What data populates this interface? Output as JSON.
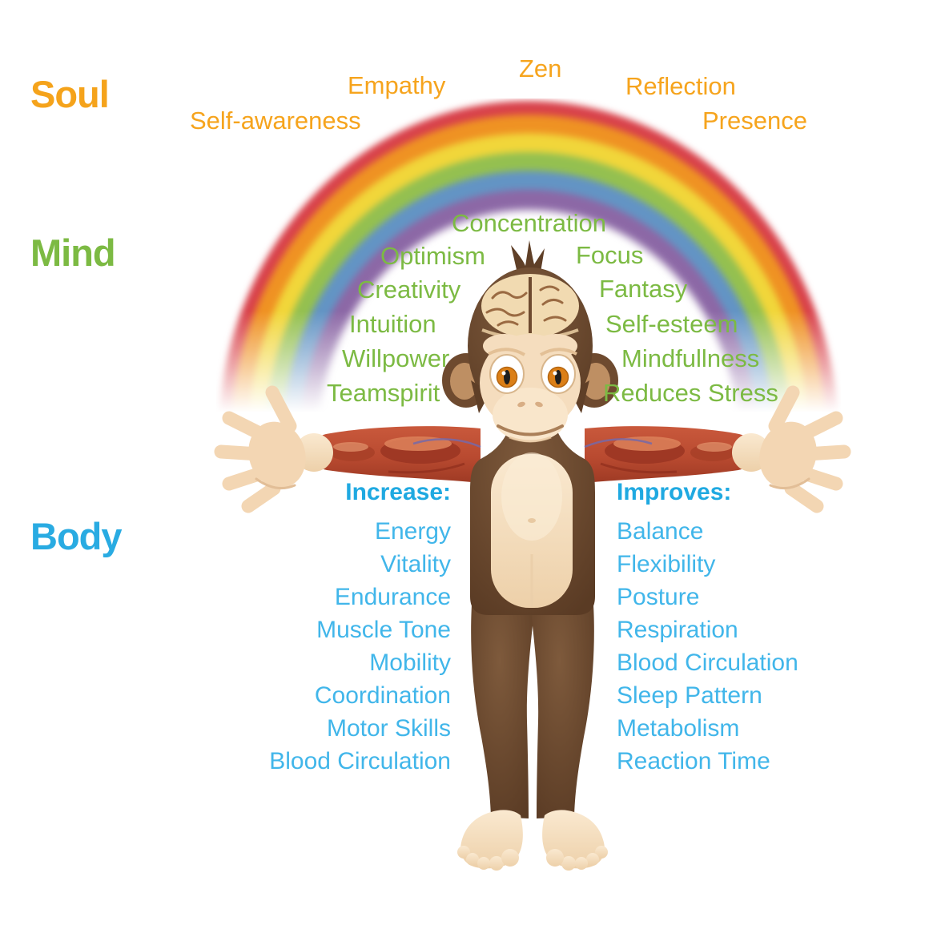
{
  "sections": {
    "soul": {
      "label": "Soul",
      "color": "#F5A31B",
      "words": [
        "Self-awareness",
        "Empathy",
        "Zen",
        "Reflection",
        "Presence"
      ]
    },
    "mind": {
      "label": "Mind",
      "color": "#7CBA43",
      "words": [
        "Concentration",
        "Optimism",
        "Focus",
        "Creativity",
        "Fantasy",
        "Intuition",
        "Self-esteem",
        "Willpower",
        "Mindfullness",
        "Teamspirit",
        "Reduces Stress"
      ]
    },
    "body": {
      "label": "Body",
      "color": "#29ABE2",
      "increase": {
        "title": "Increase:",
        "items": [
          "Energy",
          "Vitality",
          "Endurance",
          "Muscle Tone",
          "Mobility",
          "Coordination",
          "Motor Skills",
          "Blood Circulation"
        ]
      },
      "improves": {
        "title": "Improves:",
        "items": [
          "Balance",
          "Flexibility",
          "Posture",
          "Respiration",
          "Blood Circulation",
          "Sleep Pattern",
          "Metabolism",
          "Reaction Time"
        ]
      }
    }
  },
  "illustration": {
    "character": "cartoon-monkey-with-exposed-brain-and-arm-muscles",
    "rainbow_colors": [
      "#D8414A",
      "#EF9223",
      "#F1D63A",
      "#94C050",
      "#6394C4",
      "#8C68A6"
    ]
  }
}
